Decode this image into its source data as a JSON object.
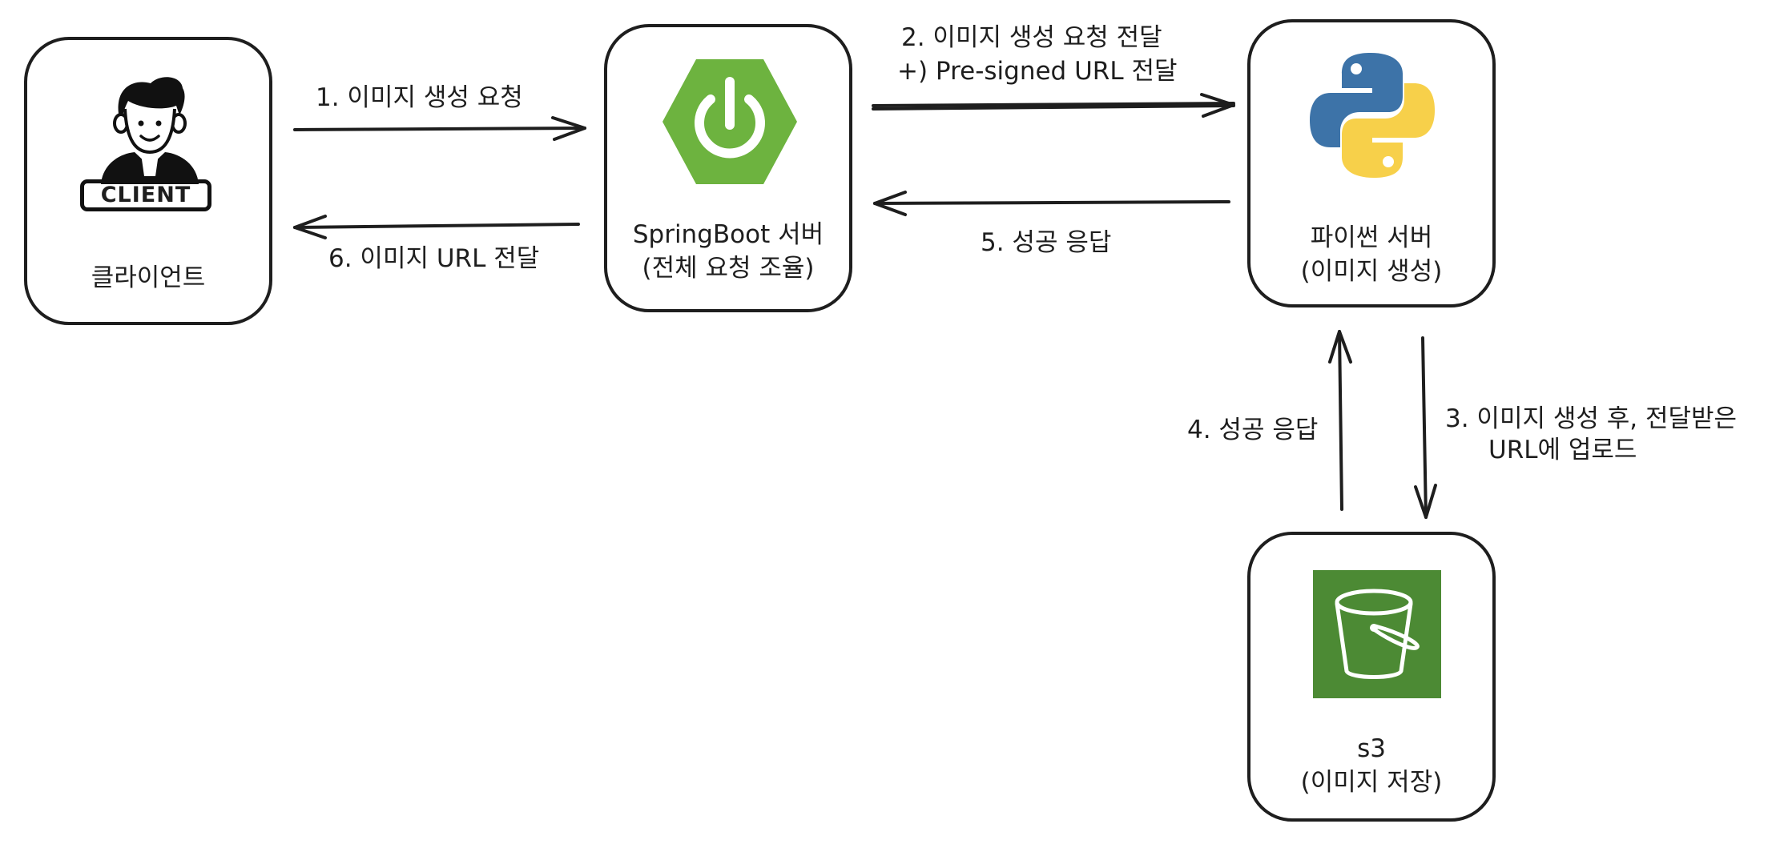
{
  "nodes": {
    "client": {
      "icon": "client-person-icon",
      "badge": "CLIENT",
      "label": "클라이언트"
    },
    "spring": {
      "icon": "spring-power-icon",
      "accent": "#6db33f",
      "label_line1": "SpringBoot 서버",
      "label_line2": "(전체 요청 조율)"
    },
    "python": {
      "icon": "python-logo-icon",
      "blue": "#3d73a8",
      "yellow": "#f7d04a",
      "label_line1": "파이썬 서버",
      "label_line2": "(이미지 생성)"
    },
    "s3": {
      "icon": "s3-bucket-icon",
      "accent": "#4c8a34",
      "label_line1": "s3",
      "label_line2": "(이미지 저장)"
    }
  },
  "edges": {
    "e1": "1. 이미지 생성 요청",
    "e2_line1": "2. 이미지 생성 요청 전달",
    "e2_line2": "+) Pre-signed URL 전달",
    "e3_line1": "3. 이미지 생성 후, 전달받은",
    "e3_line2": "URL에 업로드",
    "e4": "4. 성공 응답",
    "e5": "5. 성공 응답",
    "e6": "6. 이미지 URL 전달"
  }
}
